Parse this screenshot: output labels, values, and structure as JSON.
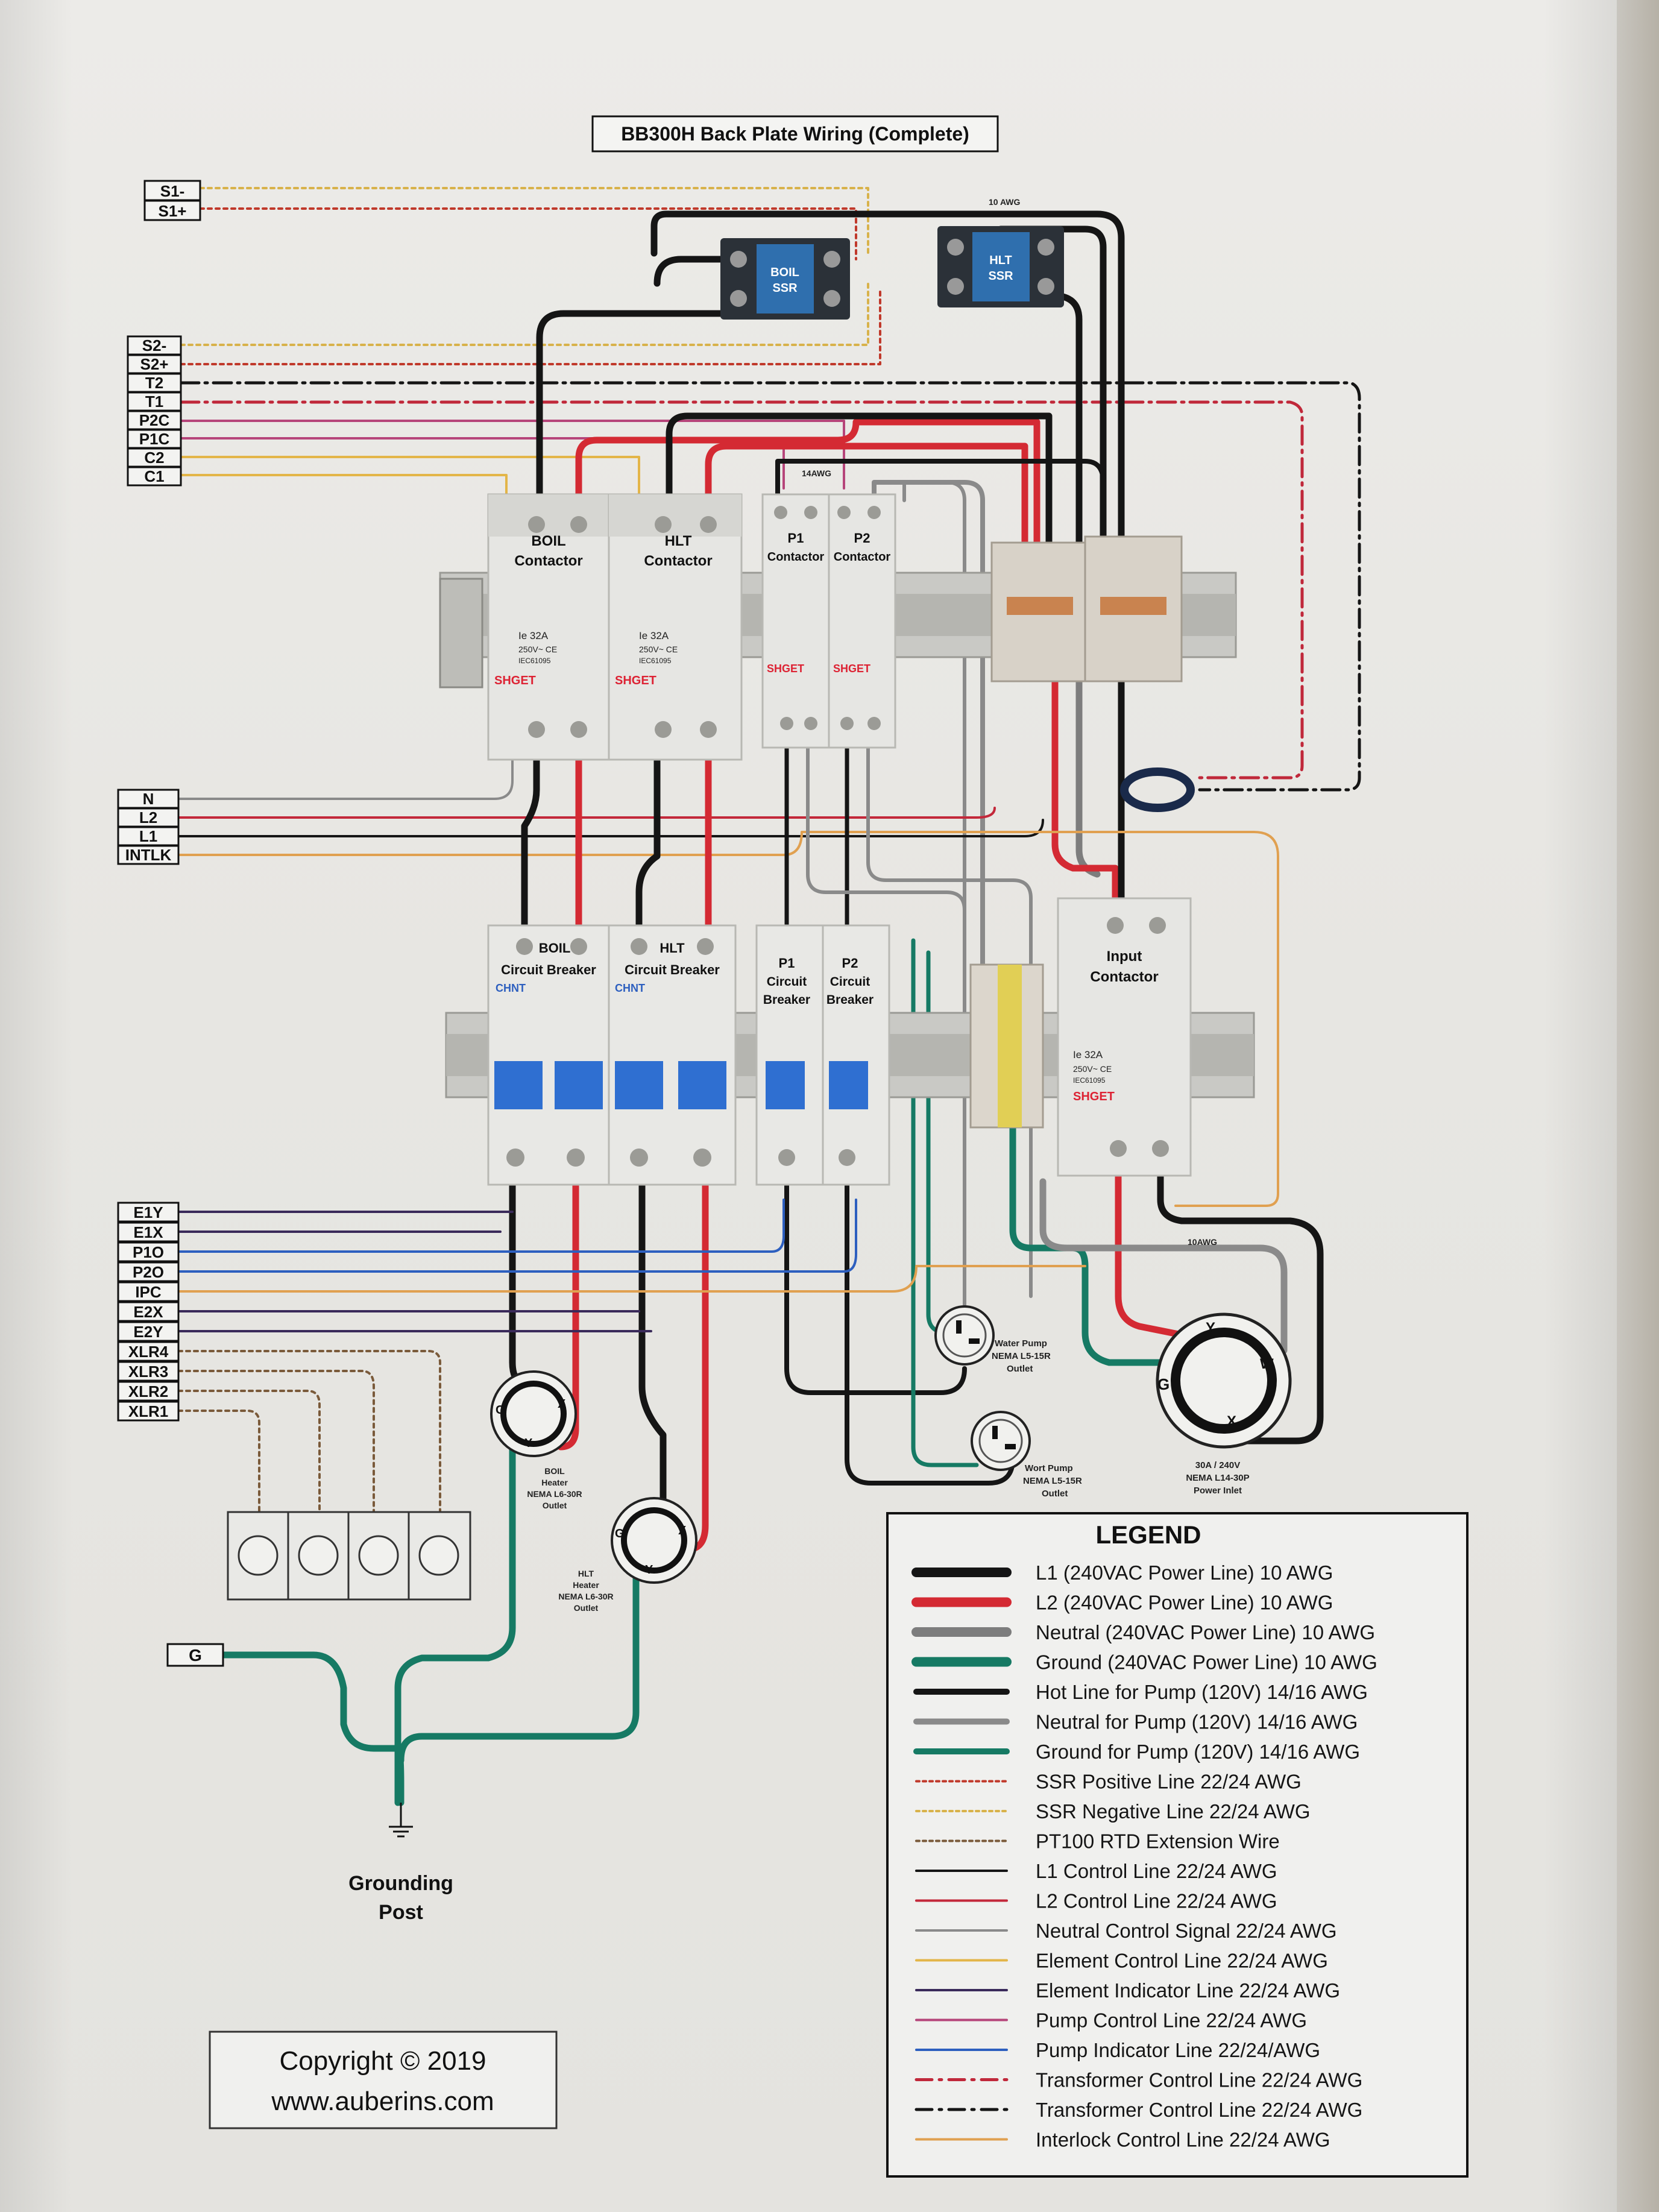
{
  "title": "BB300H Back Plate Wiring (Complete)",
  "top_terminals": [
    "S1-",
    "S1+"
  ],
  "mid_terminals": [
    "S2-",
    "S2+",
    "T2",
    "T1",
    "P2C",
    "P1C",
    "C2",
    "C1"
  ],
  "power_terminals": [
    "N",
    "L2",
    "L1",
    "INTLK"
  ],
  "lower_terminals": [
    "E1Y",
    "E1X",
    "P1O",
    "P2O",
    "IPC",
    "E2X",
    "E2Y",
    "XLR4",
    "XLR3",
    "XLR2",
    "XLR1"
  ],
  "components": {
    "boil_ssr": [
      "BOIL",
      "SSR"
    ],
    "hlt_ssr": [
      "HLT",
      "SSR"
    ],
    "boil_contactor": [
      "BOIL",
      "Contactor"
    ],
    "hlt_contactor": [
      "HLT",
      "Contactor"
    ],
    "p1_contactor": [
      "P1",
      "Contactor"
    ],
    "p2_contactor": [
      "P2",
      "Contactor"
    ],
    "input_contactor": [
      "Input",
      "Contactor"
    ],
    "boil_breaker": [
      "BOIL",
      "Circuit Breaker"
    ],
    "hlt_breaker": [
      "HLT",
      "Circuit Breaker"
    ],
    "p1_breaker": [
      "P1",
      "Circuit",
      "Breaker"
    ],
    "p2_breaker": [
      "P2",
      "Circuit",
      "Breaker"
    ],
    "contactor_rating": [
      "Ie 32A",
      "250V~ CE",
      "IEC61095"
    ],
    "brand": "SHGET",
    "breaker_brand": "CHNT"
  },
  "outlets": {
    "water_pump": [
      "Water Pump",
      "NEMA L5-15R",
      "Outlet"
    ],
    "wort_pump": [
      "Wort Pump",
      "NEMA L5-15R",
      "Outlet"
    ],
    "power_inlet": [
      "30A / 240V",
      "NEMA L14-30P",
      "Power Inlet"
    ],
    "boil_heater": [
      "BOIL",
      "Heater",
      "NEMA L6-30R",
      "Outlet"
    ],
    "hlt_heater": [
      "HLT",
      "Heater",
      "NEMA L6-30R",
      "Outlet"
    ]
  },
  "ground_terminal": "G",
  "grounding_post": [
    "Grounding",
    "Post"
  ],
  "wire_gauges": [
    "10 AWG",
    "14AWG",
    "10AWG"
  ],
  "legend": {
    "title": "LEGEND",
    "items": [
      {
        "label": "L1 (240VAC Power Line) 10 AWG",
        "color": "#151515",
        "style": "thick"
      },
      {
        "label": "L2 (240VAC Power Line) 10 AWG",
        "color": "#d42a33",
        "style": "thick"
      },
      {
        "label": "Neutral (240VAC Power Line) 10 AWG",
        "color": "#7d7d7d",
        "style": "thick"
      },
      {
        "label": "Ground (240VAC Power Line) 10 AWG",
        "color": "#167a64",
        "style": "thick"
      },
      {
        "label": "Hot Line for Pump (120V) 14/16 AWG",
        "color": "#151515",
        "style": "medium"
      },
      {
        "label": "Neutral for Pump (120V) 14/16 AWG",
        "color": "#8a8a8a",
        "style": "medium"
      },
      {
        "label": "Ground for Pump (120V) 14/16 AWG",
        "color": "#167a64",
        "style": "medium"
      },
      {
        "label": "SSR Positive Line 22/24 AWG",
        "color": "#c0392b",
        "style": "dotted"
      },
      {
        "label": "SSR Negative Line 22/24 AWG",
        "color": "#d8b24a",
        "style": "dotted"
      },
      {
        "label": "PT100 RTD Extension Wire",
        "color": "#7a5a3a",
        "style": "dotted"
      },
      {
        "label": "L1 Control Line 22/24 AWG",
        "color": "#151515",
        "style": "thin"
      },
      {
        "label": "L2 Control Line 22/24 AWG",
        "color": "#c3283a",
        "style": "thin"
      },
      {
        "label": "Neutral Control Signal 22/24 AWG",
        "color": "#8a8a8a",
        "style": "thin"
      },
      {
        "label": "Element Control Line 22/24 AWG",
        "color": "#e3b548",
        "style": "thin"
      },
      {
        "label": "Element Indicator Line 22/24 AWG",
        "color": "#3a2a5a",
        "style": "thin"
      },
      {
        "label": "Pump Control Line 22/24 AWG",
        "color": "#b6457a",
        "style": "thin"
      },
      {
        "label": "Pump Indicator Line 22/24/AWG",
        "color": "#2d5fbf",
        "style": "thin"
      },
      {
        "label": "Transformer Control Line 22/24 AWG",
        "color": "#c0283a",
        "style": "dashdot"
      },
      {
        "label": "Transformer Control Line 22/24 AWG",
        "color": "#151515",
        "style": "dashdot"
      },
      {
        "label": "Interlock Control Line 22/24 AWG",
        "color": "#e0a050",
        "style": "thin"
      }
    ]
  },
  "copyright": [
    "Copyright © 2019",
    "www.auberins.com"
  ]
}
